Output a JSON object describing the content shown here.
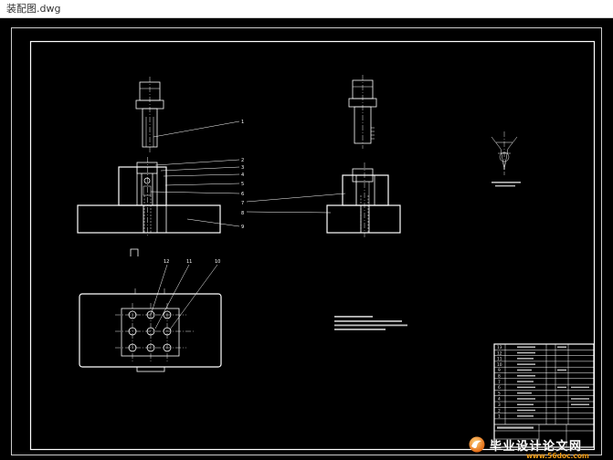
{
  "window": {
    "title": "装配图.dwg"
  },
  "drawing": {
    "front_view_labels": [
      "1",
      "2",
      "3",
      "4",
      "5",
      "6",
      "7",
      "8",
      "9"
    ],
    "plan_view_labels": [
      "12",
      "11",
      "10"
    ],
    "title_block_rows": [
      "13",
      "12",
      "11",
      "10",
      "9",
      "8",
      "7",
      "6",
      "5",
      "4",
      "3",
      "2",
      "1"
    ]
  },
  "watermark": {
    "name": "毕业设计论文网",
    "url": "www.56doc.com"
  },
  "colors": {
    "background": "#000000",
    "line": "#ffffff",
    "title_bar": "#ffffff",
    "watermark_accent": "#f39c12"
  }
}
